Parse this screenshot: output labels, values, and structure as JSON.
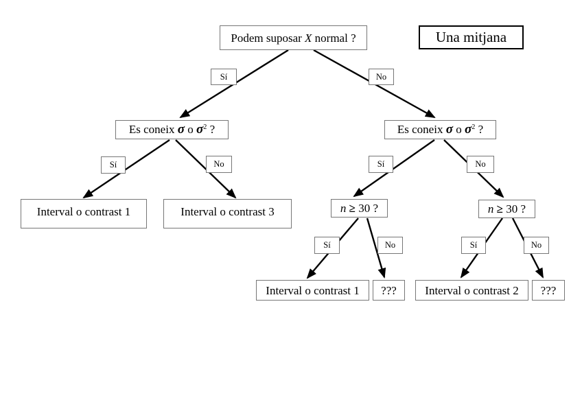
{
  "badge": {
    "label": "Una mitjana"
  },
  "nodes": {
    "root": {
      "pre": "Podem suposar ",
      "variable": "X",
      "post": " normal ?"
    },
    "sigma": {
      "pre": "Es coneix ",
      "sigma": "σ",
      "mid": " o ",
      "sigma_sq_base": "σ",
      "sigma_sq_exp": "2",
      "post": " ?"
    },
    "n30": {
      "variable": "n",
      "geq": " ≥ ",
      "post": "30 ?"
    },
    "interval1": "Interval o contrast 1",
    "interval2": "Interval o contrast 2",
    "interval3": "Interval o contrast 3",
    "unknown": "???"
  },
  "branch_labels": {
    "yes": "Sí",
    "no": "No"
  },
  "colors": {
    "background": "#ffffff",
    "text": "#000000",
    "line": "#000000",
    "box_border": "#767676",
    "badge_border": "#000000"
  }
}
